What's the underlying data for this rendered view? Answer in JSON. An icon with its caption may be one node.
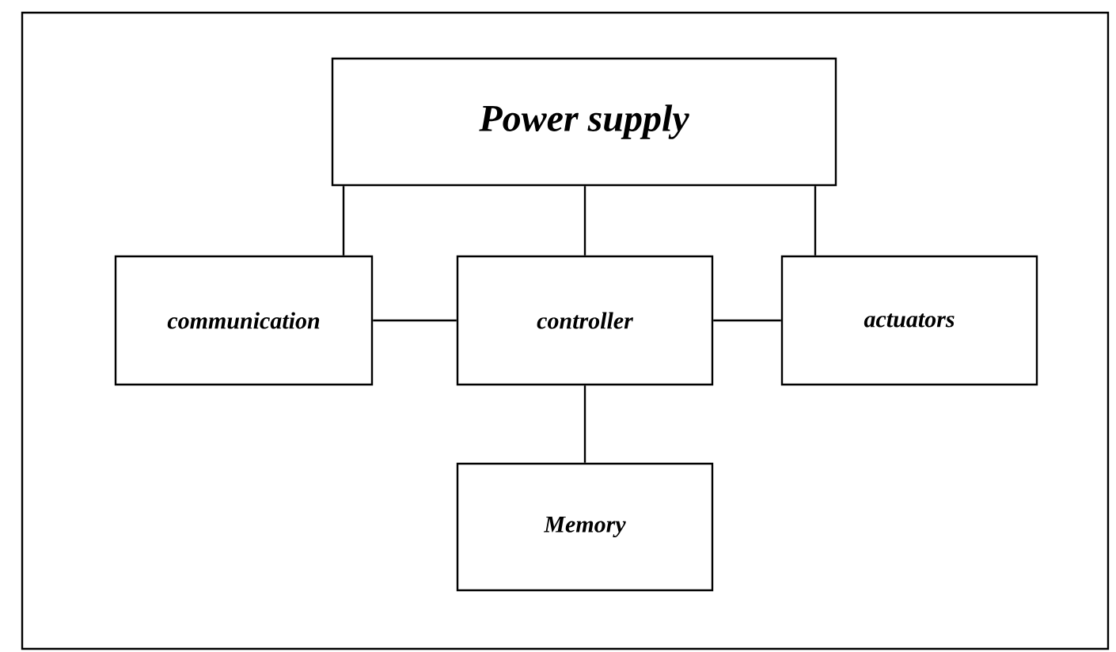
{
  "diagram": {
    "nodes": [
      {
        "text": [
          "Power supply"
        ]
      },
      {
        "text": [
          "communication"
        ]
      },
      {
        "text": [
          "controller"
        ]
      },
      {
        "text": [
          "actuators"
        ]
      },
      {
        "text": [
          "Memory"
        ]
      }
    ],
    "edges": [
      {
        "from": 0,
        "to": 1,
        "arrow": "none"
      },
      {
        "from": 0,
        "to": 2,
        "arrow": "none"
      },
      {
        "from": 0,
        "to": 3,
        "arrow": "none"
      },
      {
        "from": 1,
        "to": 2,
        "arrow": "none"
      },
      {
        "from": 2,
        "to": 3,
        "arrow": "none"
      },
      {
        "from": 2,
        "to": 4,
        "arrow": "none"
      }
    ]
  }
}
